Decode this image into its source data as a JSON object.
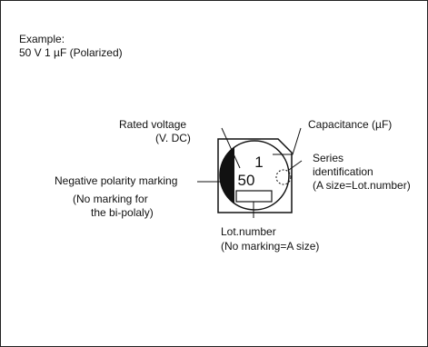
{
  "header": {
    "title": "Example:",
    "subtitle": "50 V 1 µF (Polarized)"
  },
  "component": {
    "rated_voltage_value": "50",
    "capacitance_value": "1"
  },
  "labels": {
    "rated_voltage": "Rated voltage",
    "rated_voltage_unit": "(V. DC)",
    "capacitance": "Capacitance (µF)",
    "series_line1": "Series",
    "series_line2": "identification",
    "series_line3": "(A size=Lot.number)",
    "negative_polarity": "Negative polarity marking",
    "no_marking_line1": "(No marking for",
    "no_marking_line2": "the bi-polaly)",
    "lot_number": "Lot.number",
    "lot_note": "(No marking=A size)"
  }
}
